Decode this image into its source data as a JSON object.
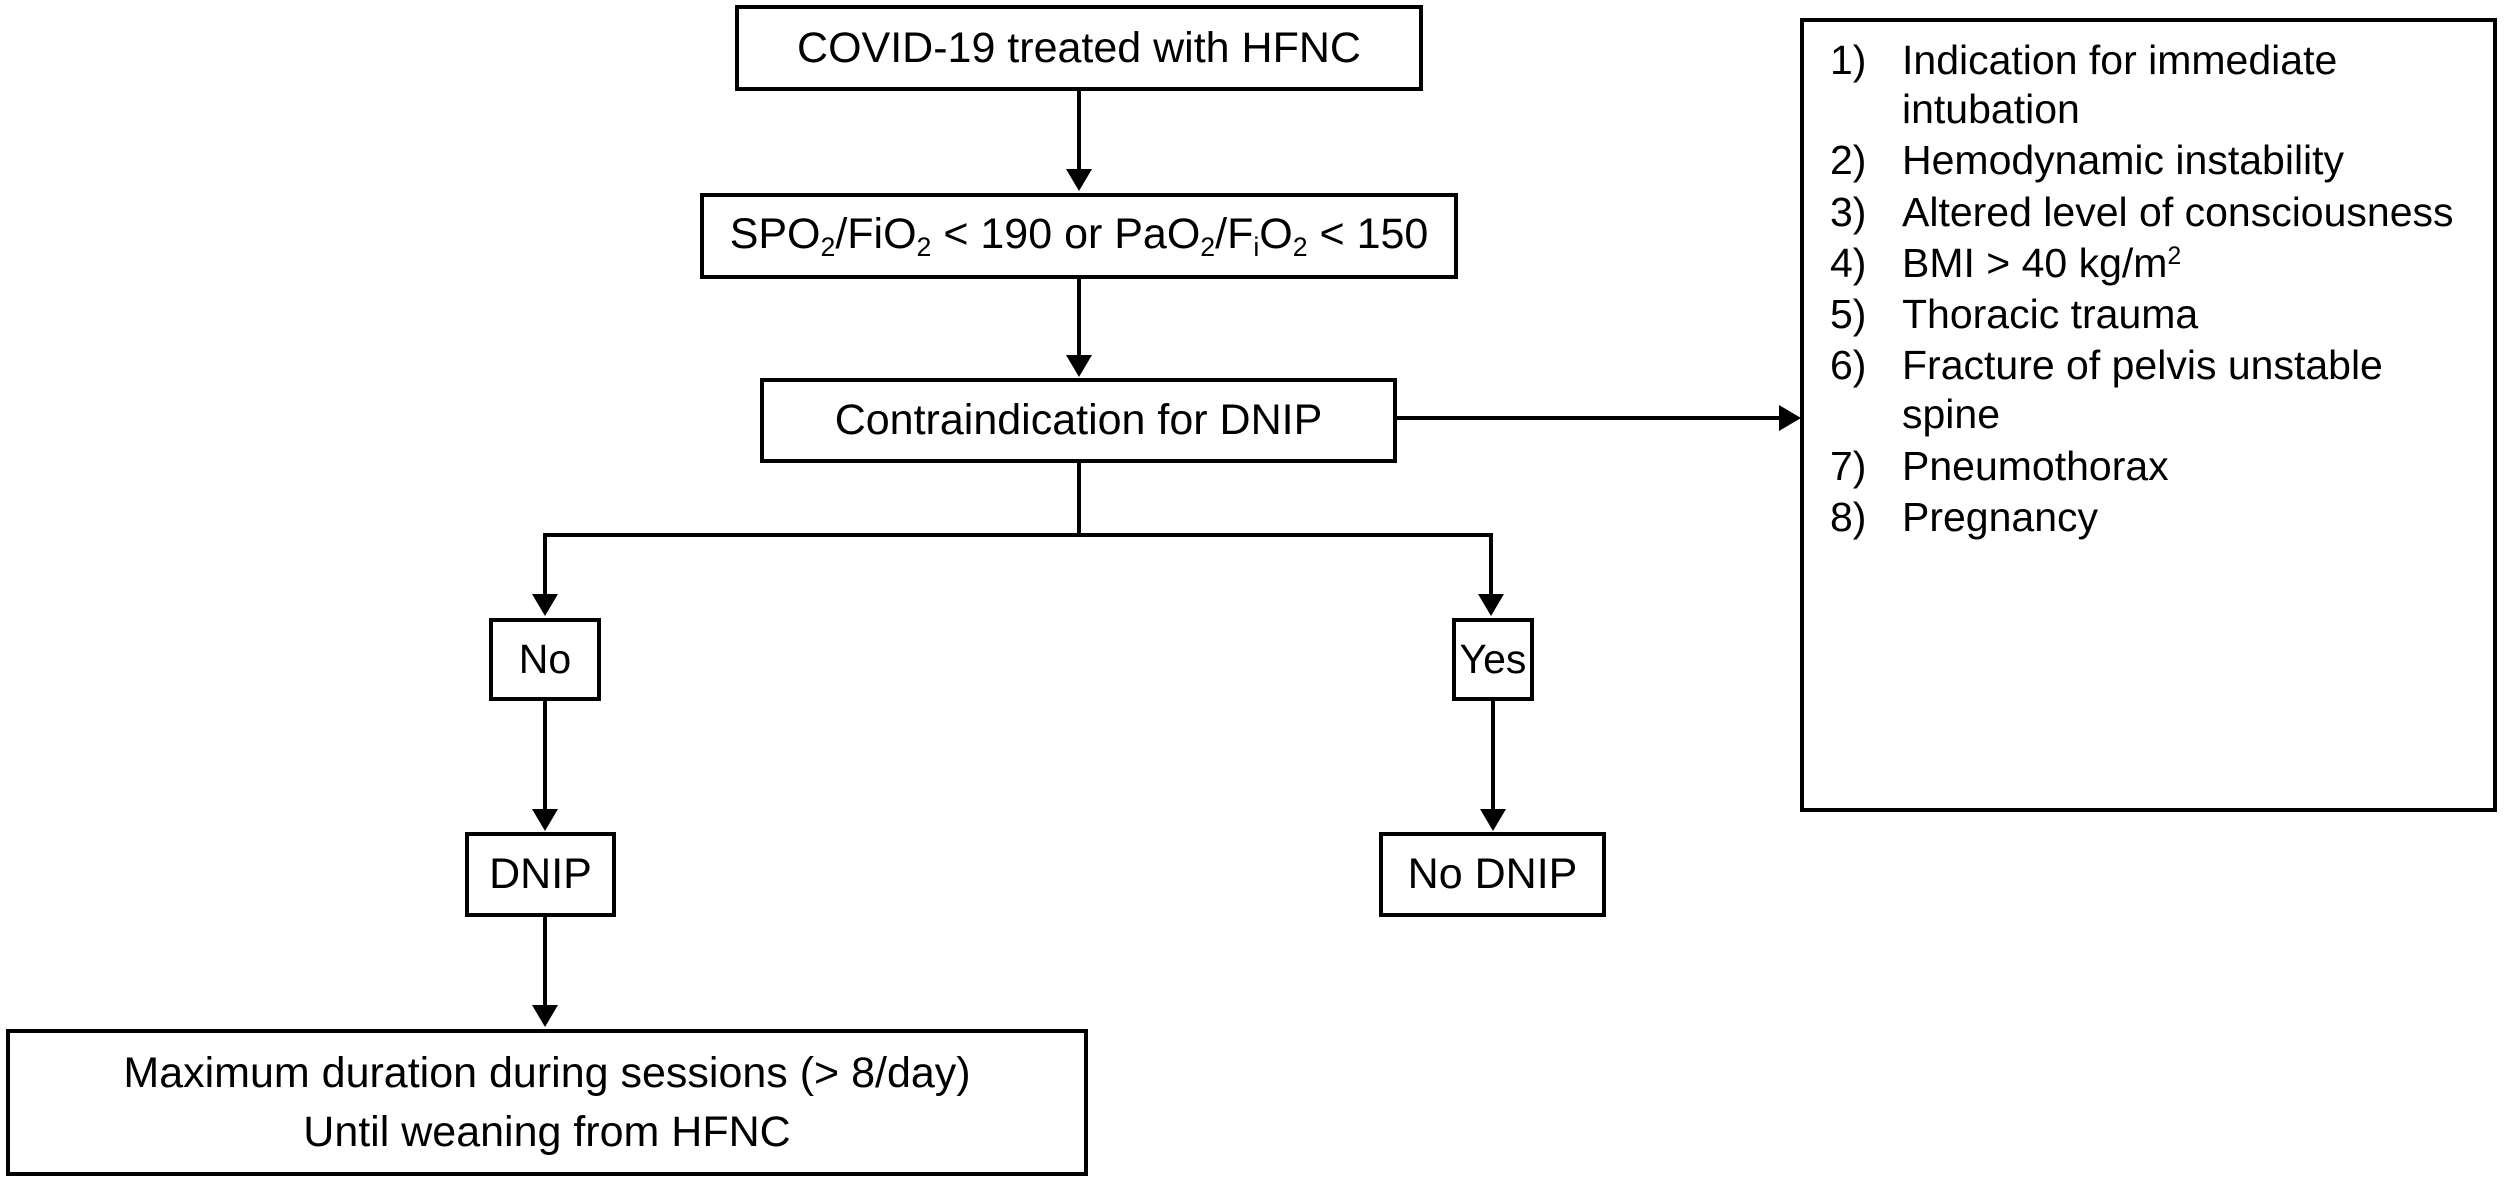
{
  "diagram": {
    "title": "COVID-19 HFNC awake prone positioning decision flowchart",
    "nodes": {
      "covid": "COVID-19 treated with HFNC",
      "ratio_prefix": "SPO",
      "ratio_full_text": "SPO2/FiO2 < 190 or PaO2/FiO2 < 150",
      "ratio_part1": "/FiO",
      "ratio_part2": " < 190 or PaO",
      "ratio_part3": "/F",
      "ratio_part4": "O",
      "ratio_part5": " < 150",
      "contraindication": "Contraindication for DNIP",
      "branch_no": "No",
      "branch_yes": "Yes",
      "dnip": "DNIP",
      "no_dnip": "No DNIP",
      "duration_line1": "Maximum duration during sessions (> 8/day)",
      "duration_line2": "Until weaning from HFNC"
    },
    "subscripts": {
      "two": "2",
      "i": "i"
    },
    "panel": {
      "items": [
        {
          "num": "1)",
          "text": "Indication for immediate intubation"
        },
        {
          "num": "2)",
          "text": "Hemodynamic instability"
        },
        {
          "num": "3)",
          "text": "Altered level of consciousness"
        },
        {
          "num": "4)",
          "text": "BMI > 40 kg/m",
          "sup": "2"
        },
        {
          "num": "5)",
          "text": "Thoracic trauma"
        },
        {
          "num": "6)",
          "text": "Fracture of pelvis unstable spine"
        },
        {
          "num": "7)",
          "text": "Pneumothorax"
        },
        {
          "num": "8)",
          "text": "Pregnancy"
        }
      ]
    },
    "colors": {
      "stroke": "#000000",
      "fill": "#ffffff"
    }
  }
}
